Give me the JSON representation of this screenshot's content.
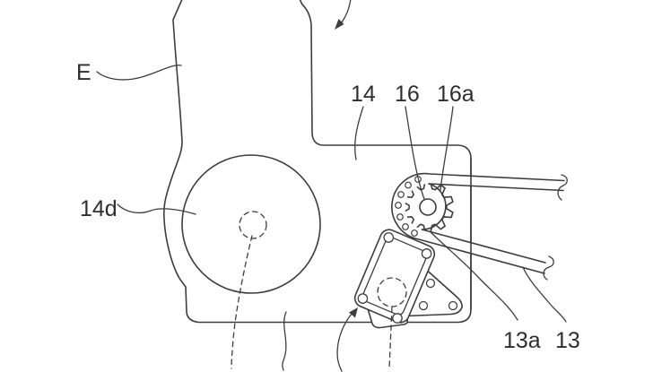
{
  "figure": {
    "kind": "patent mechanical drawing",
    "colors": {
      "background": "#ffffff",
      "line": "#3d3d3d",
      "text": "#2e2e2e"
    },
    "labels": {
      "engine": "E",
      "chain_case": "14",
      "case_boss": "14d",
      "sprocket": "16",
      "sprocket_teeth": "16a",
      "chain_run": "13a",
      "chain": "13"
    }
  }
}
